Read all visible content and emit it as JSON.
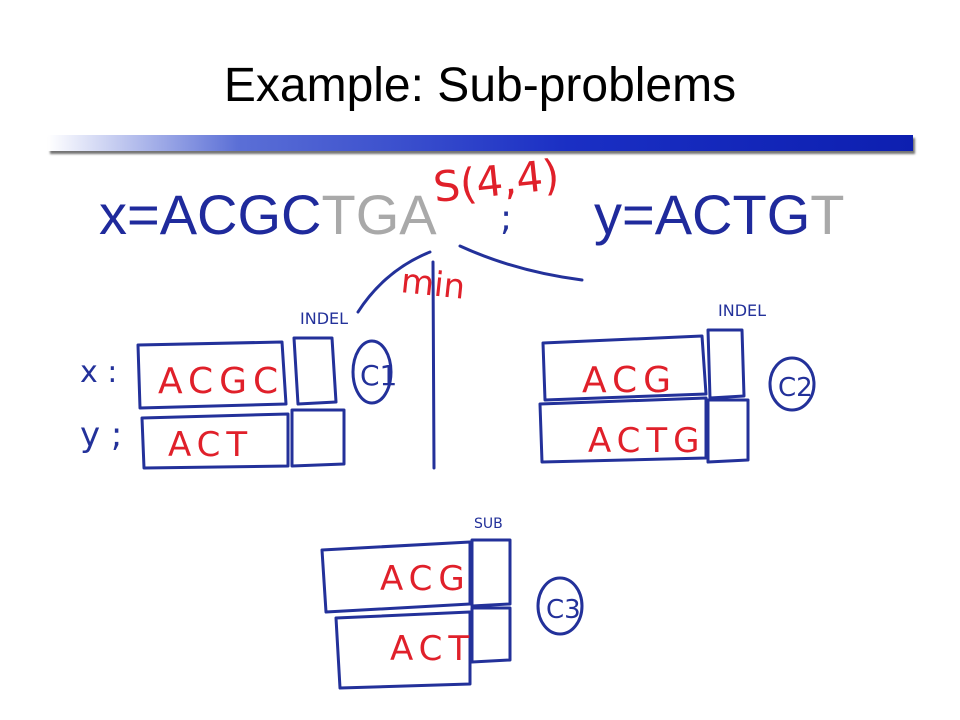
{
  "slide": {
    "title": "Example: Sub-problems"
  },
  "sequences": {
    "x": {
      "label": "x=",
      "prefix": "ACGC",
      "suffix": "TGA"
    },
    "y": {
      "label": "y=",
      "prefix": "ACTG",
      "suffix": "T"
    }
  },
  "annotations": {
    "subproblem": "S(4,4)",
    "semicolon": ";",
    "operator": "min",
    "row_x_label": "x :",
    "row_y_label": "y ;"
  },
  "cases": [
    {
      "tag": "INDEL",
      "x_part": "ACGC",
      "y_part": "ACT",
      "case_label": "C1"
    },
    {
      "tag": "INDEL",
      "x_part": "ACG",
      "y_part": "ACTG",
      "case_label": "C2"
    },
    {
      "tag": "SUB",
      "x_part": "ACG",
      "y_part": "ACT",
      "case_label": "C3"
    }
  ],
  "colors": {
    "title_text": "#000000",
    "sequence_text": "#1f2a9c",
    "faded_text": "#a9a9a9",
    "pen_blue": "#23319a",
    "pen_red": "#e0202a",
    "bar": "#1a2fc4"
  }
}
